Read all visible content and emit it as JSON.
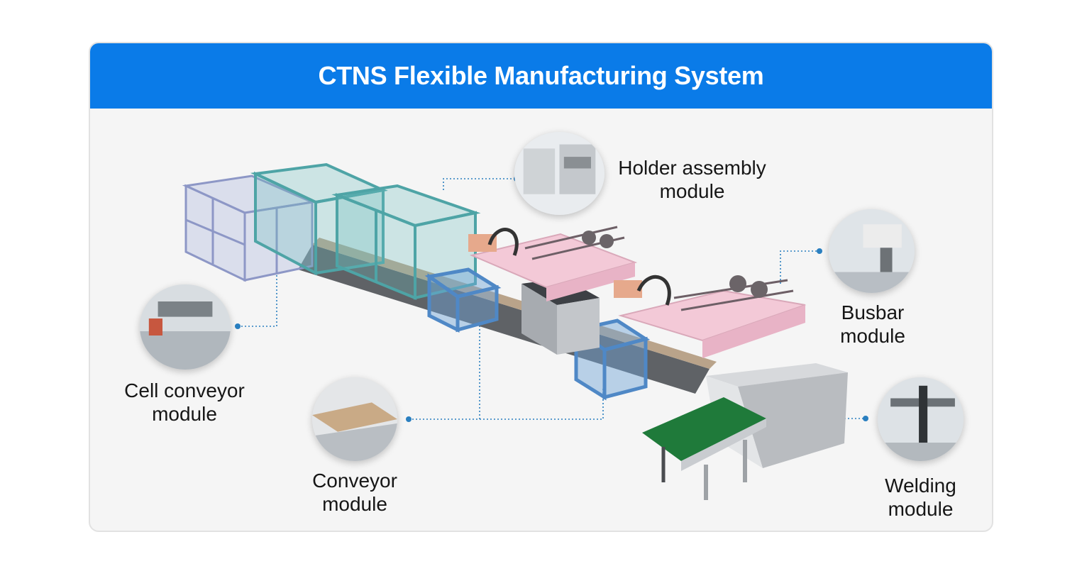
{
  "title": "CTNS Flexible Manufacturing System",
  "modules": {
    "holder": {
      "line1": "Holder assembly",
      "line2": "module",
      "icon": "holder-assembly-photo"
    },
    "busbar": {
      "line1": "Busbar",
      "line2": "module",
      "icon": "busbar-robot-photo"
    },
    "cell": {
      "line1": "Cell conveyor",
      "line2": "module",
      "icon": "cell-conveyor-photo"
    },
    "conveyor": {
      "line1": "Conveyor",
      "line2": "module",
      "icon": "conveyor-photo"
    },
    "welding": {
      "line1": "Welding",
      "line2": "module",
      "icon": "welding-photo"
    }
  },
  "colors": {
    "header": "#0a7be8",
    "connector": "#2a7fc0",
    "frame_lavender": "#aab4dc",
    "frame_teal": "#62b3b4",
    "frame_blue": "#6fa4d8",
    "pink_module": "#f3c9d7",
    "green_belt": "#1f7a3a"
  }
}
